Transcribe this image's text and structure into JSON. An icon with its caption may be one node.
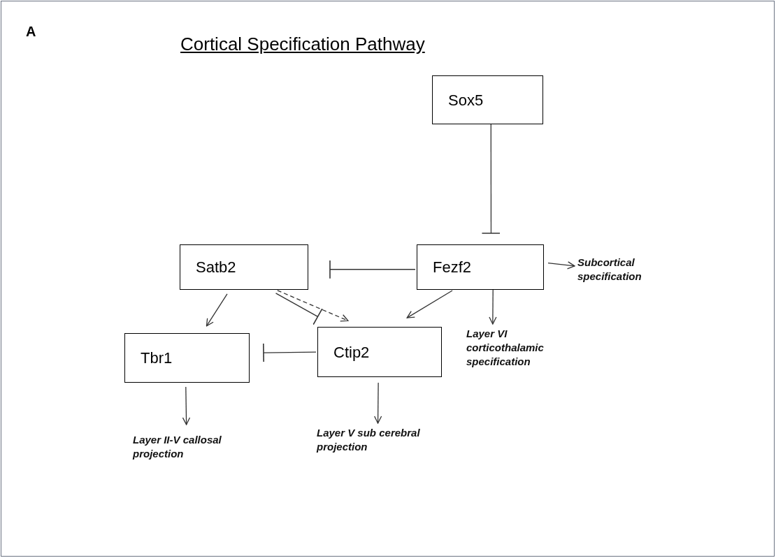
{
  "diagram": {
    "title": "Cortical Specification Pathway",
    "nodes": [
      {
        "text": [
          "Sox5"
        ]
      },
      {
        "text": [
          "Satb2"
        ]
      },
      {
        "text": [
          "Fezf2"
        ]
      },
      {
        "text": [
          "Tbr1"
        ]
      },
      {
        "text": [
          "Ctip2"
        ]
      },
      {
        "text": [
          "Subcortical specification"
        ]
      },
      {
        "text": [
          "Layer VI corticothalamic specification"
        ]
      },
      {
        "text": [
          "Layer II-V callosal projection"
        ]
      },
      {
        "text": [
          "Layer V sub cerebral projection"
        ]
      }
    ],
    "edges": [
      {
        "from": 0,
        "to": 2,
        "arrow": "other"
      },
      {
        "from": 2,
        "to": 1,
        "arrow": "other"
      },
      {
        "from": 2,
        "to": 5,
        "arrow": "to"
      },
      {
        "from": 2,
        "to": 6,
        "arrow": "to"
      },
      {
        "from": 2,
        "to": 4,
        "arrow": "to"
      },
      {
        "from": 1,
        "to": 3,
        "arrow": "to"
      },
      {
        "from": 1,
        "to": 4,
        "arrow": "other"
      },
      {
        "from": 1,
        "to": 4,
        "arrow": "to",
        "style": "dashed"
      },
      {
        "from": 4,
        "to": 3,
        "arrow": "other"
      },
      {
        "from": 3,
        "to": 7,
        "arrow": "to"
      },
      {
        "from": 4,
        "to": 8,
        "arrow": "to"
      }
    ],
    "labels": [
      "A"
    ]
  }
}
